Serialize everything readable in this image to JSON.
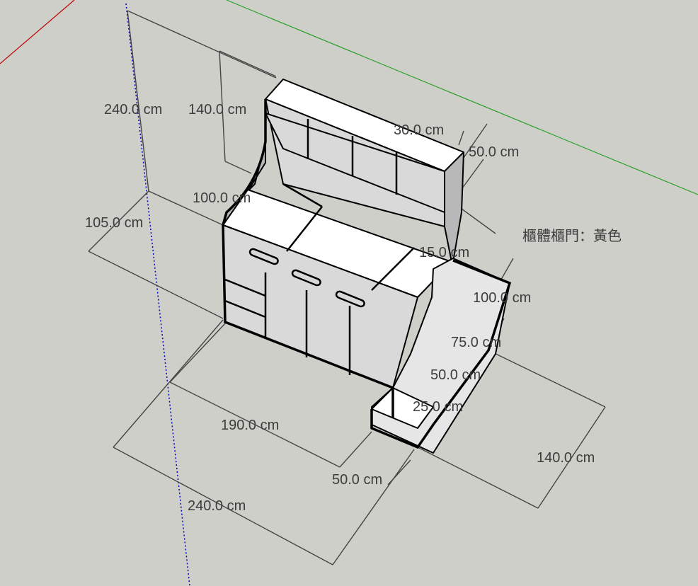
{
  "colors": {
    "background": "#cfcfca",
    "red_axis": "#c00000",
    "green_axis": "#2ca02c",
    "blue_axis": "#0000c0",
    "face_light": "#ffffff",
    "face_shade": "#d9d9d9",
    "face_dark": "#b8b8b8"
  },
  "annotation": "櫃體櫃門：黃色",
  "dimensions": {
    "total_height": "240.0 cm",
    "upper_height": "140.0 cm",
    "bed_height": "100.0 cm",
    "depth": "105.0 cm",
    "cabinet_depth": "30.0 cm",
    "cabinet_height": "50.0 cm",
    "rail_height": "15.0 cm",
    "step4": "100.0 cm",
    "step3": "75.0 cm",
    "step2": "50.0 cm",
    "step1": "25.0 cm",
    "bed_length": "190.0 cm",
    "stair_length": "140.0 cm",
    "stair_width": "50.0 cm",
    "total_length": "240.0 cm"
  }
}
